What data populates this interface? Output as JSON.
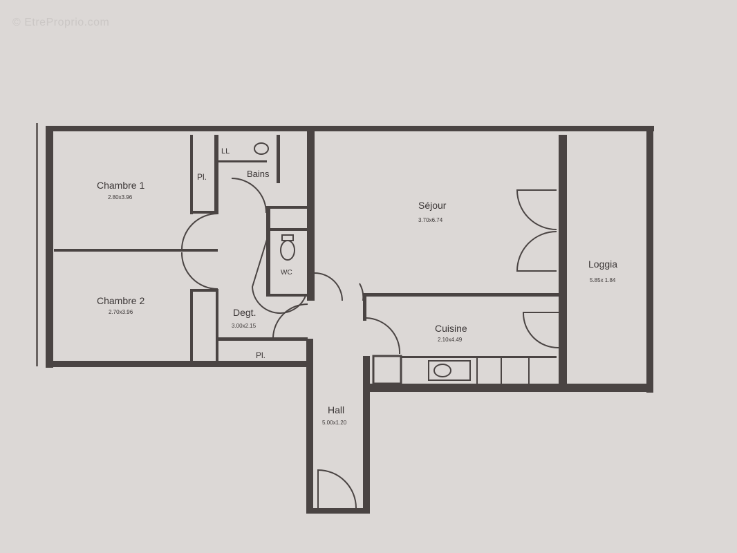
{
  "watermark": "© EtreProprio.com",
  "colors": {
    "paper": "#dcd8d6",
    "wall": "#4a4443",
    "ink": "#3a3535"
  },
  "rooms": [
    {
      "name": "Chambre 1",
      "dims": "2.80x3.96"
    },
    {
      "name": "Chambre 2",
      "dims": "2.70x3.96"
    },
    {
      "name": "Séjour",
      "dims": "3.70x6.74"
    },
    {
      "name": "Loggia",
      "dims": "5.85x 1.84"
    },
    {
      "name": "Cuisine",
      "dims": "2.10x4.49"
    },
    {
      "name": "Degt.",
      "dims": "3.00x2.15"
    },
    {
      "name": "Hall",
      "dims": "5.00x1.20"
    },
    {
      "name": "Bains"
    },
    {
      "name": "WC"
    },
    {
      "name": "Pl."
    },
    {
      "name": "Pl."
    }
  ]
}
